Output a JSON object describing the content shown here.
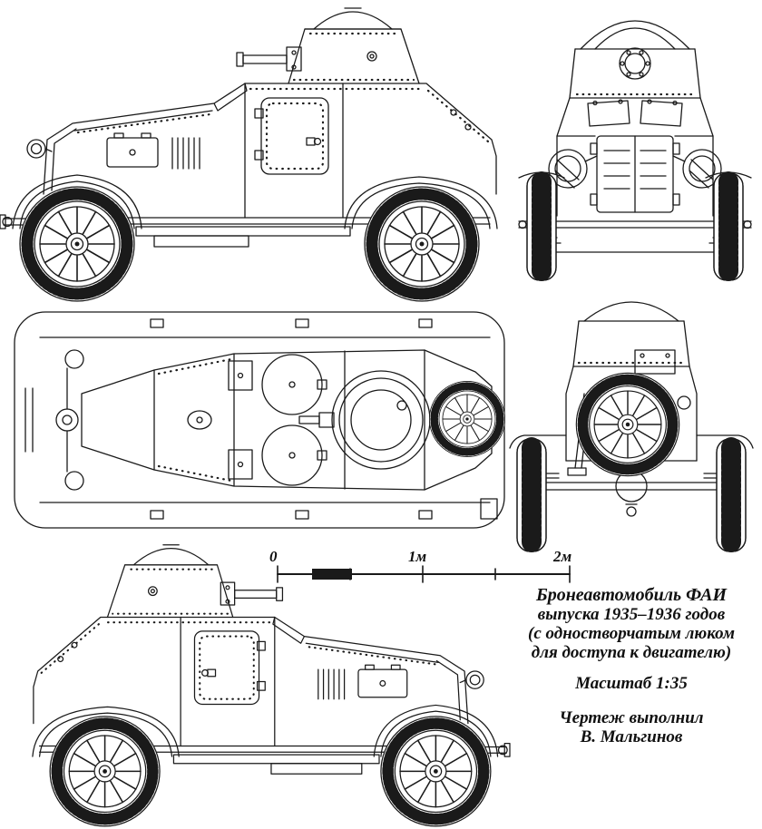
{
  "colors": {
    "ink": "#1a1a1a",
    "paper": "#ffffff"
  },
  "title_block": {
    "vehicle": "Бронеавтомобиль ФАИ",
    "years": "выпуска 1935–1936 годов",
    "hatch_note_line1": "(с одностворчатым люком",
    "hatch_note_line2": "для доступа к двигателю)",
    "scale": "Масштаб 1:35",
    "credit_label": "Чертеж выполнил",
    "credit_name": "В. Мальгинов"
  },
  "scale_bar": {
    "labels": [
      "0",
      "1м",
      "2м"
    ]
  }
}
